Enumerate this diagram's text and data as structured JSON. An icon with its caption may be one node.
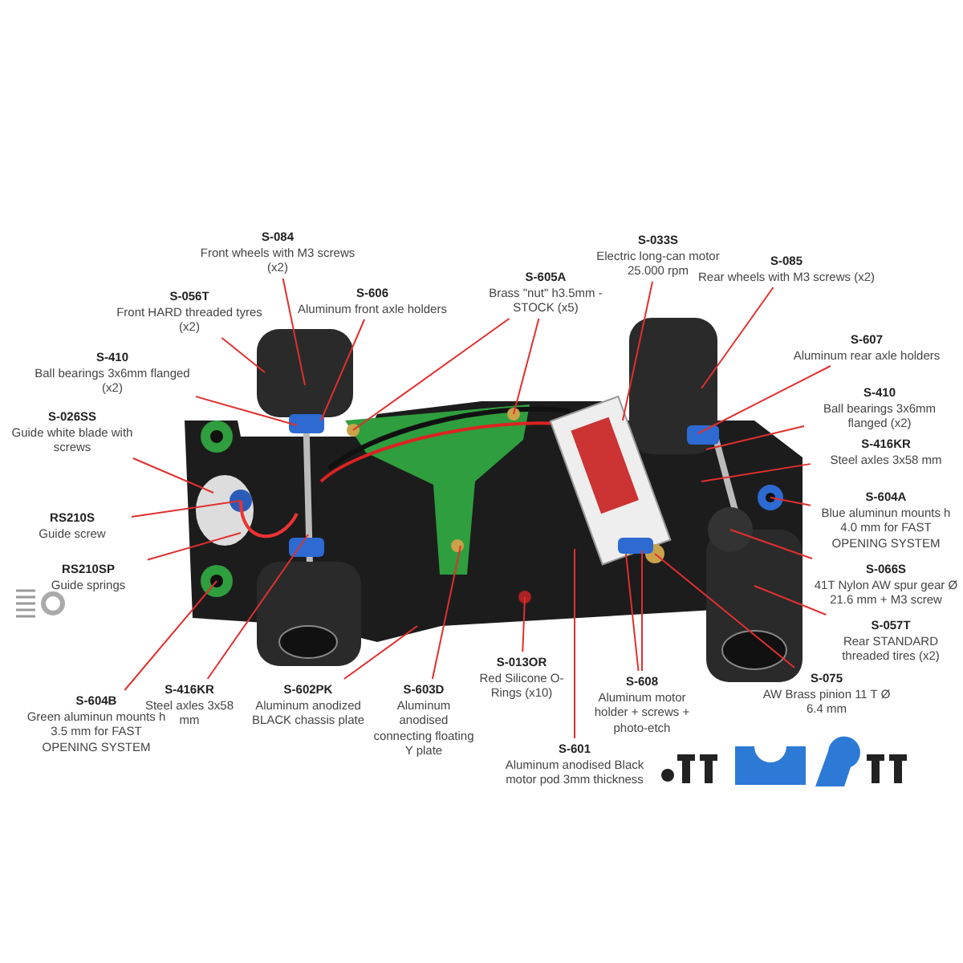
{
  "diagram": {
    "nodes": [
      {
        "text": [
          "S-084",
          "Front wheels with M3 screws (x2)"
        ]
      },
      {
        "text": [
          "S-056T",
          "Front HARD threaded tyres (x2)"
        ]
      },
      {
        "text": [
          "S-606",
          "Aluminum front axle holders"
        ]
      },
      {
        "text": [
          "S-410",
          "Ball bearings 3x6mm flanged (x2)"
        ]
      },
      {
        "text": [
          "S-026SS",
          "Guide white blade with screws"
        ]
      },
      {
        "text": [
          "S-605A",
          "Brass \"nut\" h3.5mm - STOCK (x5)"
        ]
      },
      {
        "text": [
          "S-033S",
          "Electric long-can motor 25.000 rpm"
        ]
      },
      {
        "text": [
          "S-085",
          "Rear wheels with M3 screws (x2)"
        ]
      },
      {
        "text": [
          "S-607",
          "Aluminum rear axle holders"
        ]
      },
      {
        "text": [
          "S-410",
          "Ball bearings 3x6mm flanged (x2)"
        ]
      },
      {
        "text": [
          "S-416KR",
          "Steel axles 3x58 mm"
        ]
      },
      {
        "text": [
          "S-604A",
          "Blue aluminun mounts h 4.0 mm for FAST OPENING SYSTEM"
        ]
      },
      {
        "text": [
          "RS210S",
          "Guide screw"
        ]
      },
      {
        "text": [
          "RS210SP",
          "Guide springs"
        ]
      },
      {
        "text": [
          "S-604B",
          "Green aluminun mounts h 3.5 mm for FAST OPENING SYSTEM"
        ]
      },
      {
        "text": [
          "S-416KR",
          "Steel axles 3x58 mm"
        ]
      },
      {
        "text": [
          "S-602PK",
          "Aluminum anodized BLACK chassis plate"
        ]
      },
      {
        "text": [
          "S-603D",
          "Aluminum anodised connecting floating Y plate"
        ]
      },
      {
        "text": [
          "S-013OR",
          "Red Silicone O-Rings (x10)"
        ]
      },
      {
        "text": [
          "S-601",
          "Aluminum anodised Black motor pod 3mm thickness"
        ]
      },
      {
        "text": [
          "S-608",
          "Aluminum motor holder + screws + photo-etch"
        ]
      },
      {
        "text": [
          "S-066S",
          "41T Nylon AW spur gear Ø 21.6 mm + M3 screw"
        ]
      },
      {
        "text": [
          "S-057T",
          "Rear STANDARD threaded tires (x2)"
        ]
      },
      {
        "text": [
          "S-075",
          "AW Brass pinion 11 T Ø 6.4 mm"
        ]
      }
    ],
    "edges": [
      {
        "from": 0,
        "to": null,
        "arrow": "none"
      },
      {
        "from": 1,
        "to": null,
        "arrow": "none"
      },
      {
        "from": 2,
        "to": null,
        "arrow": "none"
      },
      {
        "from": 3,
        "to": null,
        "arrow": "none"
      },
      {
        "from": 4,
        "to": null,
        "arrow": "none"
      },
      {
        "from": 5,
        "to": null,
        "arrow": "none"
      },
      {
        "from": 5,
        "to": null,
        "arrow": "none"
      },
      {
        "from": 6,
        "to": null,
        "arrow": "none"
      },
      {
        "from": 7,
        "to": null,
        "arrow": "none"
      },
      {
        "from": 8,
        "to": null,
        "arrow": "none"
      },
      {
        "from": 9,
        "to": null,
        "arrow": "none"
      },
      {
        "from": 10,
        "to": null,
        "arrow": "none"
      },
      {
        "from": 11,
        "to": null,
        "arrow": "none"
      },
      {
        "from": 12,
        "to": null,
        "arrow": "none"
      },
      {
        "from": 13,
        "to": null,
        "arrow": "none"
      },
      {
        "from": 14,
        "to": null,
        "arrow": "none"
      },
      {
        "from": 15,
        "to": null,
        "arrow": "none"
      },
      {
        "from": 16,
        "to": null,
        "arrow": "none"
      },
      {
        "from": 17,
        "to": null,
        "arrow": "none"
      },
      {
        "from": 18,
        "to": null,
        "arrow": "none"
      },
      {
        "from": 19,
        "to": null,
        "arrow": "none"
      },
      {
        "from": 20,
        "to": null,
        "arrow": "none"
      },
      {
        "from": 20,
        "to": null,
        "arrow": "none"
      },
      {
        "from": 21,
        "to": null,
        "arrow": "none"
      },
      {
        "from": 22,
        "to": null,
        "arrow": "none"
      },
      {
        "from": 23,
        "to": null,
        "arrow": "none"
      }
    ]
  }
}
